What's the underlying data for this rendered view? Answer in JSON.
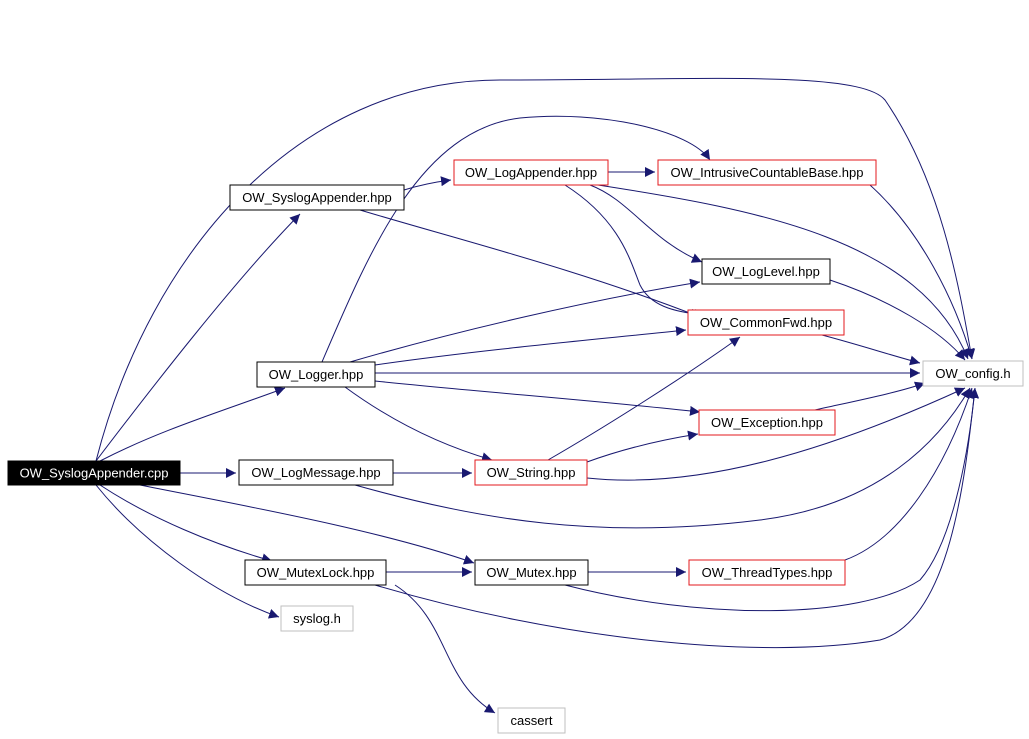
{
  "colors": {
    "edge": "#191970",
    "root_fill": "#000000",
    "root_text": "#ffffff",
    "border_black": "#000000",
    "border_red": "#e31a1c",
    "border_gray": "#bfbfbf",
    "node_fill": "#ffffff",
    "text": "#000000"
  },
  "nodes": [
    {
      "id": "root",
      "label": "OW_SyslogAppender.cpp",
      "style": "root"
    },
    {
      "id": "sysapp",
      "label": "OW_SyslogAppender.hpp",
      "style": "black"
    },
    {
      "id": "logapp",
      "label": "OW_LogAppender.hpp",
      "style": "red"
    },
    {
      "id": "icb",
      "label": "OW_IntrusiveCountableBase.hpp",
      "style": "red"
    },
    {
      "id": "loglevel",
      "label": "OW_LogLevel.hpp",
      "style": "black"
    },
    {
      "id": "commonfwd",
      "label": "OW_CommonFwd.hpp",
      "style": "red"
    },
    {
      "id": "logger",
      "label": "OW_Logger.hpp",
      "style": "black"
    },
    {
      "id": "config",
      "label": "OW_config.h",
      "style": "gray"
    },
    {
      "id": "exception",
      "label": "OW_Exception.hpp",
      "style": "red"
    },
    {
      "id": "logmsg",
      "label": "OW_LogMessage.hpp",
      "style": "black"
    },
    {
      "id": "string",
      "label": "OW_String.hpp",
      "style": "red"
    },
    {
      "id": "mutexlock",
      "label": "OW_MutexLock.hpp",
      "style": "black"
    },
    {
      "id": "mutex",
      "label": "OW_Mutex.hpp",
      "style": "black"
    },
    {
      "id": "threadtypes",
      "label": "OW_ThreadTypes.hpp",
      "style": "red"
    },
    {
      "id": "syslog",
      "label": "syslog.h",
      "style": "gray"
    },
    {
      "id": "cassert",
      "label": "cassert",
      "style": "gray"
    }
  ],
  "edges": [
    {
      "from": "root",
      "to": "sysapp"
    },
    {
      "from": "root",
      "to": "logger"
    },
    {
      "from": "root",
      "to": "logmsg"
    },
    {
      "from": "root",
      "to": "mutexlock"
    },
    {
      "from": "root",
      "to": "mutex"
    },
    {
      "from": "root",
      "to": "syslog"
    },
    {
      "from": "root",
      "to": "config"
    },
    {
      "from": "sysapp",
      "to": "logapp"
    },
    {
      "from": "sysapp",
      "to": "commonfwd"
    },
    {
      "from": "logapp",
      "to": "icb"
    },
    {
      "from": "logapp",
      "to": "config"
    },
    {
      "from": "logapp",
      "to": "loglevel"
    },
    {
      "from": "logapp",
      "to": "commonfwd"
    },
    {
      "from": "icb",
      "to": "config"
    },
    {
      "from": "loglevel",
      "to": "config"
    },
    {
      "from": "commonfwd",
      "to": "config"
    },
    {
      "from": "logger",
      "to": "icb"
    },
    {
      "from": "logger",
      "to": "loglevel"
    },
    {
      "from": "logger",
      "to": "commonfwd"
    },
    {
      "from": "logger",
      "to": "config"
    },
    {
      "from": "logger",
      "to": "exception"
    },
    {
      "from": "logger",
      "to": "string"
    },
    {
      "from": "exception",
      "to": "config"
    },
    {
      "from": "logmsg",
      "to": "string"
    },
    {
      "from": "logmsg",
      "to": "config"
    },
    {
      "from": "string",
      "to": "commonfwd"
    },
    {
      "from": "string",
      "to": "exception"
    },
    {
      "from": "string",
      "to": "config"
    },
    {
      "from": "mutexlock",
      "to": "mutex"
    },
    {
      "from": "mutexlock",
      "to": "cassert"
    },
    {
      "from": "mutexlock",
      "to": "config"
    },
    {
      "from": "mutex",
      "to": "threadtypes"
    },
    {
      "from": "mutex",
      "to": "config"
    },
    {
      "from": "threadtypes",
      "to": "config"
    }
  ]
}
